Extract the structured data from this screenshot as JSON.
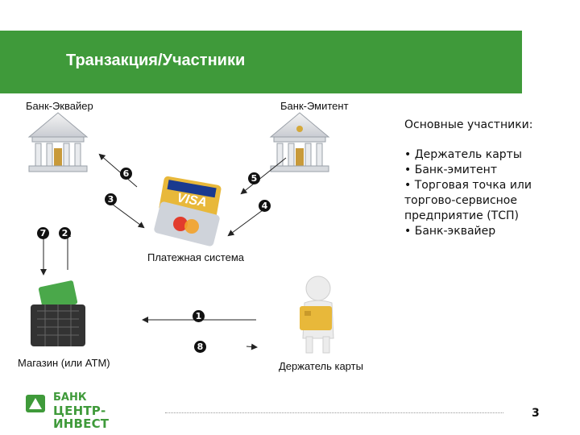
{
  "header": {
    "title": "Транзакция/Участники"
  },
  "nodes": {
    "acquirer": "Банк-Эквайер",
    "issuer": "Банк-Эмитент",
    "payment_system": "Платежная система",
    "store": "Магазин (или ATM)",
    "cardholder": "Держатель карты"
  },
  "steps": [
    "1",
    "2",
    "3",
    "4",
    "5",
    "6",
    "7",
    "8"
  ],
  "sidebar": {
    "heading": "Основные участники:",
    "items": [
      "• Держатель карты",
      "• Банк-эмитент",
      "• Торговая точка или торгово-сервисное предприятие (ТСП)",
      "• Банк-эквайер"
    ]
  },
  "card_brand": "VISA",
  "logo": {
    "line1": "БАНК",
    "line2": "ЦЕНТР-ИНВЕСТ"
  },
  "page_number": "3",
  "colors": {
    "banner": "#3f9a3a",
    "logo": "#3f9a3a",
    "card_gold": "#e8b83a"
  }
}
